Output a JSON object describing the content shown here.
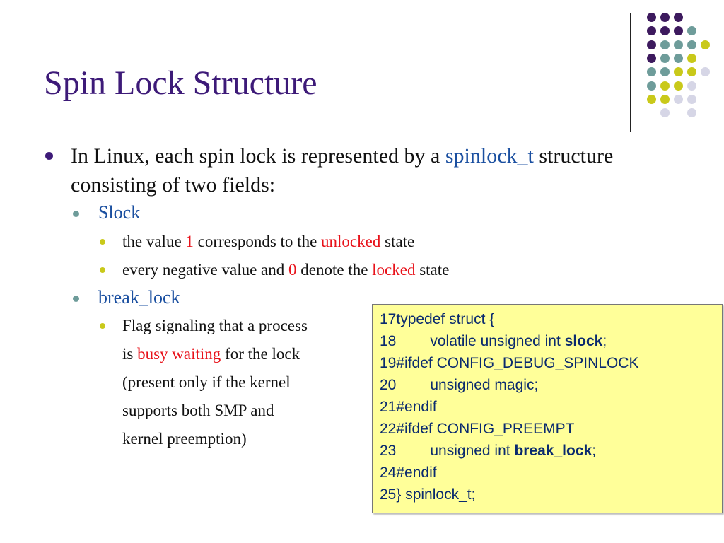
{
  "slide": {
    "title": "Spin Lock Structure",
    "bullet1": {
      "before": "In Linux, each spin lock is represented by a ",
      "highlight": "spinlock_t",
      "after": " structure consisting of two fields:"
    },
    "slock": {
      "label": "Slock",
      "items": [
        {
          "a": "the value ",
          "b": "1",
          "c": " corresponds to the ",
          "d": "unlocked",
          "e": " state"
        },
        {
          "a": "every negative value and ",
          "b": "0",
          "c": " denote the ",
          "d": "locked",
          "e": " state"
        }
      ]
    },
    "break_lock": {
      "label": "break_lock",
      "lines": [
        {
          "a": "Flag signaling that a process",
          "b": "",
          "c": ""
        },
        {
          "a": "is ",
          "b": "busy waiting",
          "c": " for the lock"
        },
        {
          "a": "(present only if the kernel",
          "b": "",
          "c": ""
        },
        {
          "a": "supports both SMP and",
          "b": "",
          "c": ""
        },
        {
          "a": "kernel preemption)",
          "b": "",
          "c": ""
        }
      ]
    },
    "code": [
      {
        "num": "17 ",
        "pre": "typedef struct {",
        "bold": "",
        "post": "",
        "indent": false
      },
      {
        "num": "18",
        "pre": "volatile unsigned int ",
        "bold": "slock",
        "post": ";",
        "indent": true
      },
      {
        "num": "19 ",
        "pre": "#ifdef CONFIG_DEBUG_SPINLOCK",
        "bold": "",
        "post": "",
        "indent": false
      },
      {
        "num": "20",
        "pre": "unsigned magic;",
        "bold": "",
        "post": "",
        "indent": true
      },
      {
        "num": "21 ",
        "pre": "#endif",
        "bold": "",
        "post": "",
        "indent": false
      },
      {
        "num": "22 ",
        "pre": "#ifdef CONFIG_PREEMPT",
        "bold": "",
        "post": "",
        "indent": false
      },
      {
        "num": "23",
        "pre": "unsigned int ",
        "bold": "break_lock",
        "post": ";",
        "indent": true
      },
      {
        "num": "24 ",
        "pre": "#endif",
        "bold": "",
        "post": "",
        "indent": false
      },
      {
        "num": "25 ",
        "pre": "} spinlock_t;",
        "bold": "",
        "post": "",
        "indent": false
      }
    ],
    "decor_colors": {
      "purple": "#3d1a5e",
      "teal": "#6e9c9a",
      "yellow": "#c9c91a",
      "lavender": "#d6d6e6"
    }
  }
}
